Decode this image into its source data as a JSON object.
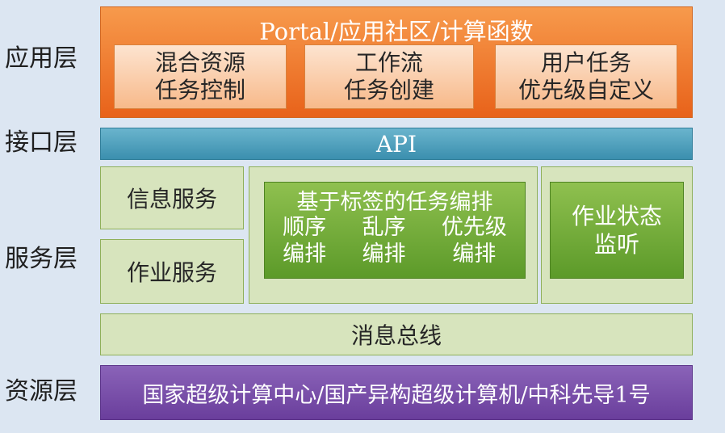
{
  "layers": {
    "application": "应用层",
    "interface": "接口层",
    "service": "服务层",
    "resource": "资源层"
  },
  "application": {
    "title": "Portal/应用社区/计算函数",
    "boxes": [
      {
        "line1": "混合资源",
        "line2": "任务控制"
      },
      {
        "line1": "工作流",
        "line2": "任务创建"
      },
      {
        "line1": "用户任务",
        "line2": "优先级自定义"
      }
    ]
  },
  "interface": {
    "api": "API"
  },
  "service": {
    "info_service": "信息服务",
    "job_service": "作业服务",
    "orchestration": {
      "title": "基于标签的任务编排",
      "items": [
        {
          "top": "顺序",
          "bottom": "编排"
        },
        {
          "top": "乱序",
          "bottom": "编排"
        },
        {
          "top": "优先级",
          "bottom": "编排"
        }
      ]
    },
    "monitor": {
      "line1": "作业状态",
      "line2": "监听"
    }
  },
  "message_bus": "消息总线",
  "resource": "国家超级计算中心/国产异构超级计算机/中科先导1号",
  "colors": {
    "background": "#dce6f2",
    "application": "#e8621a",
    "api": "#3b8fae",
    "service": "#d7e4bd",
    "service_highlight": "#5c9a29",
    "resource": "#6a3e9c"
  }
}
